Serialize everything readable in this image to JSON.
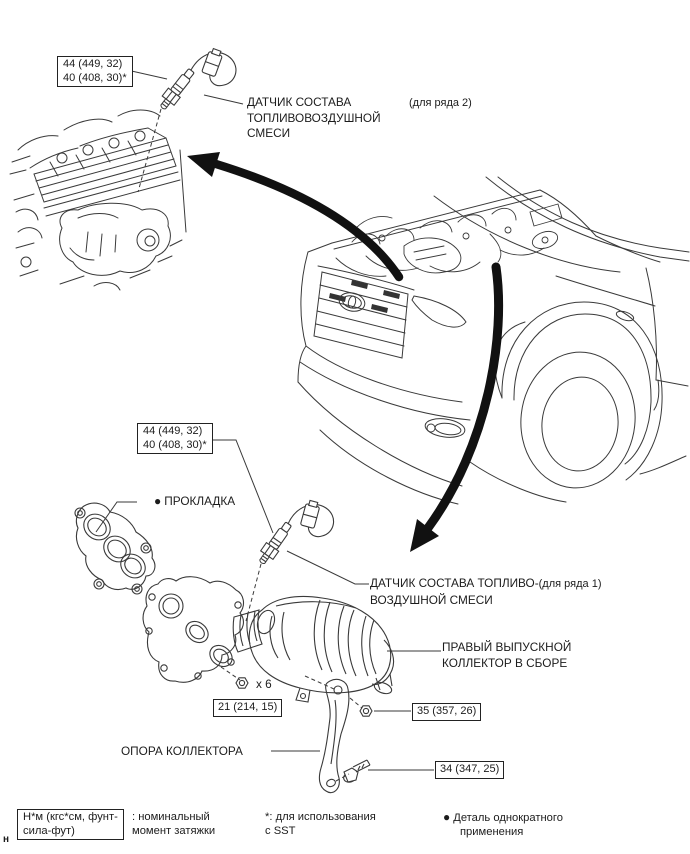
{
  "labels": {
    "sensor_bank2": {
      "torque_line1": "44 (449, 32)",
      "torque_line2": "40 (408, 30)*",
      "name_line1": "ДАТЧИК СОСТАВА",
      "name_line2": "ТОПЛИВОВОЗДУШНОЙ",
      "name_line3": "СМЕСИ",
      "bank": "(для ряда 2)"
    },
    "sensor_bank1": {
      "torque_line1": "44 (449, 32)",
      "torque_line2": "40 (408, 30)*",
      "name_line1": "ДАТЧИК СОСТАВА ТОПЛИВО-",
      "bank": "(для ряда 1)",
      "name_line2": "ВОЗДУШНОЙ СМЕСИ"
    },
    "gasket": {
      "bullet": "●",
      "label": "ПРОКЛАДКА"
    },
    "manifold": {
      "line1": "ПРАВЫЙ ВЫПУСКНОЙ",
      "line2": "КОЛЛЕКТОР В СБОРЕ"
    },
    "bracket": {
      "label": "ОПОРА КОЛЛЕКТОРА"
    },
    "fasteners": {
      "count": "x 6",
      "nut_torque": "21 (214, 15)",
      "bracket_nut_torque": "35 (357, 26)",
      "bracket_bolt_torque": "34 (347, 25)"
    }
  },
  "legend": {
    "unit_box_line1": "Н*м (кгс*см, фунт-",
    "unit_box_line2": "сила-фут)",
    "unit_desc_line1": ": номинальный",
    "unit_desc_line2": "момент затяжки",
    "sst_line1": "*: для использования",
    "sst_line2": "с SST",
    "single_use_bullet": "●",
    "single_use_line1": "Деталь однократного",
    "single_use_line2": "применения"
  },
  "footer": {
    "mark": "н"
  },
  "colors": {
    "ink": "#1c1c1c",
    "line": "#3a3a3a",
    "arrow": "#111111",
    "background": "#ffffff"
  }
}
